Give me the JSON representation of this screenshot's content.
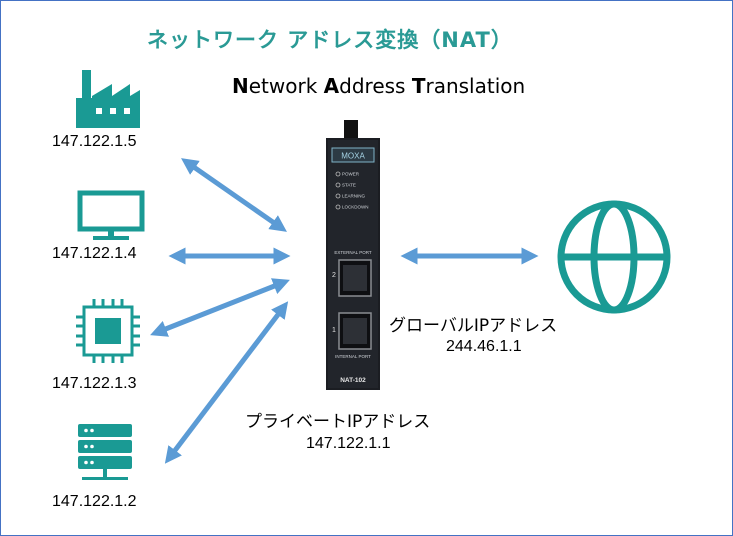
{
  "title": "ネットワーク アドレス変換（NAT）",
  "subtitle": {
    "n": "N",
    "etwork": "etwork ",
    "a": "A",
    "ddress": "ddress ",
    "t": "T",
    "ranslation": "ranslation"
  },
  "devices": [
    {
      "ip": "147.122.1.5",
      "icon": "factory-icon"
    },
    {
      "ip": "147.122.1.4",
      "icon": "monitor-icon"
    },
    {
      "ip": "147.122.1.3",
      "icon": "chip-icon"
    },
    {
      "ip": "147.122.1.2",
      "icon": "server-icon"
    }
  ],
  "router": {
    "brand": "MOXA",
    "model": "NAT-102",
    "leds": [
      "POWER",
      "STATE",
      "LEARNING",
      "LOCKDOWN"
    ],
    "external_port": "EXTERNAL PORT",
    "internal_port": "INTERNAL PORT",
    "port2": "2",
    "port1": "1"
  },
  "global": {
    "label": "グローバルIPアドレス",
    "ip": "244.46.1.1",
    "icon": "globe-icon"
  },
  "private": {
    "label": "プライベートIPアドレス",
    "ip": "147.122.1.1"
  },
  "colors": {
    "teal": "#1a9a94",
    "arrow": "#5b9bd5",
    "router": "#1b1d22"
  }
}
